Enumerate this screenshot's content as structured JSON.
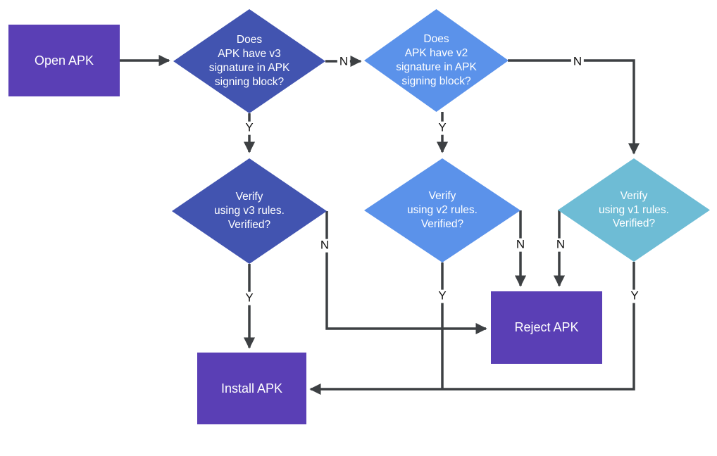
{
  "diagram": {
    "type": "flowchart",
    "colors": {
      "terminal_box": "#5a3fb5",
      "v3_diamond": "#4254b0",
      "v2_diamond": "#5b92ea",
      "v1_diamond": "#6ebcd5",
      "connector_line": "#3d4043",
      "node_text": "#ffffff",
      "edge_label_text": "#111111",
      "background": "#ffffff"
    },
    "nodes": {
      "open_apk": {
        "shape": "rectangle",
        "label": "Open APK"
      },
      "check_v3": {
        "shape": "diamond",
        "label": "Does\nAPK have v3\nsignature in APK\nsigning block?"
      },
      "check_v2": {
        "shape": "diamond",
        "label": "Does\nAPK have v2\nsignature in APK\nsigning block?"
      },
      "verify_v3": {
        "shape": "diamond",
        "label": "Verify\nusing v3 rules.\nVerified?"
      },
      "verify_v2": {
        "shape": "diamond",
        "label": "Verify\nusing v2 rules.\nVerified?"
      },
      "verify_v1": {
        "shape": "diamond",
        "label": "Verify\nusing v1 rules.\nVerified?"
      },
      "install_apk": {
        "shape": "rectangle",
        "label": "Install APK"
      },
      "reject_apk": {
        "shape": "rectangle",
        "label": "Reject APK"
      }
    },
    "edges": [
      {
        "from": "open_apk",
        "to": "check_v3",
        "label": ""
      },
      {
        "from": "check_v3",
        "to": "check_v2",
        "label": "N"
      },
      {
        "from": "check_v3",
        "to": "verify_v3",
        "label": "Y"
      },
      {
        "from": "check_v2",
        "to": "verify_v1",
        "label": "N"
      },
      {
        "from": "check_v2",
        "to": "verify_v2",
        "label": "Y"
      },
      {
        "from": "verify_v3",
        "to": "install_apk",
        "label": "Y"
      },
      {
        "from": "verify_v3",
        "to": "reject_apk",
        "label": "N"
      },
      {
        "from": "verify_v2",
        "to": "reject_apk",
        "label": "N"
      },
      {
        "from": "verify_v2",
        "to": "install_apk",
        "label": "Y"
      },
      {
        "from": "verify_v1",
        "to": "reject_apk",
        "label": "N"
      },
      {
        "from": "verify_v1",
        "to": "install_apk",
        "label": "Y"
      }
    ]
  }
}
